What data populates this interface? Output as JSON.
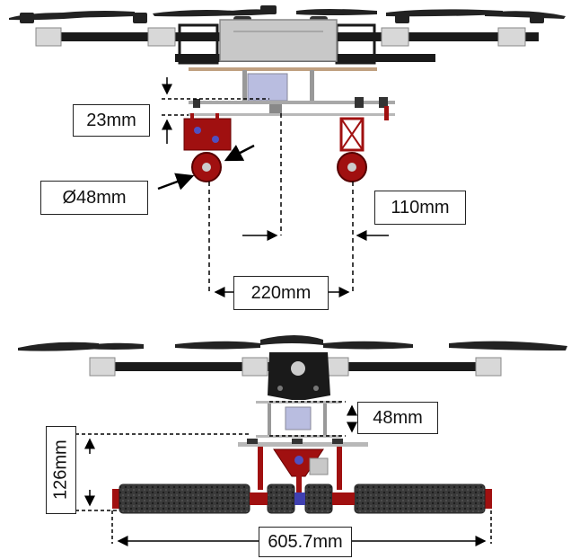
{
  "top_view": {
    "dimensions": {
      "bracket_height": "23mm",
      "wheel_diameter": "Ø48mm",
      "offset": "110mm",
      "wheel_spacing": "220mm"
    }
  },
  "bottom_view": {
    "dimensions": {
      "mount_height": "48mm",
      "roller_height": "126mm",
      "roller_width": "605.7mm"
    }
  },
  "colors": {
    "frame_dark": "#1a1a1a",
    "frame_red": "#a01010",
    "plate_gray": "#b8b8b8",
    "battery_blue": "#b9bde0",
    "roller_dark": "#2e2e2e"
  }
}
